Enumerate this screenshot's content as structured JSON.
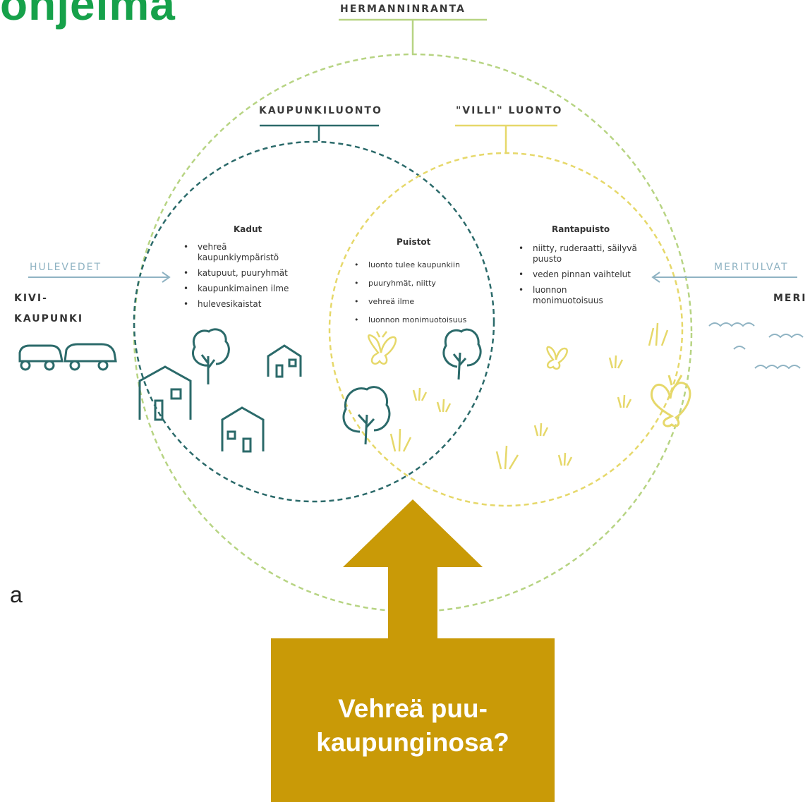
{
  "header": {
    "logo_text": "ohjelma",
    "side_fragment": "a"
  },
  "diagram": {
    "outer_label": "HERMANNINRANTA",
    "left_circle_label": "KAUPUNKILUONTO",
    "right_circle_label": "\"VILLI\" LUONTO",
    "left_input": "HULEVEDET",
    "right_input": "MERITULVAT",
    "left_end": [
      "KIVI-",
      "KAUPUNKI"
    ],
    "right_end": "MERI",
    "sections": [
      {
        "heading": "Kadut",
        "items": [
          "vehreä kaupunkiympäristö",
          "katupuut, puuryhmät",
          "kaupunkimainen ilme",
          "hulevesikaistat"
        ]
      },
      {
        "heading": "Puistot",
        "items": [
          "luonto tulee kaupunkiin",
          "puuryhmät, niitty",
          "vehreä ilme",
          "luonnon monimuotoisuus"
        ]
      },
      {
        "heading": "Rantapuisto",
        "items": [
          "niitty, ruderaatti, säilyvä puusto",
          "veden pinnan vaihtelut",
          "luonnon monimuotoisuus"
        ]
      }
    ],
    "colors": {
      "outer": "#b7d483",
      "city": "#2b6a6a",
      "wild": "#e6d86a",
      "water": "#8fb3c3",
      "callout": "#c99a07"
    }
  },
  "callout": {
    "lines": [
      "Vehreä puu-",
      "kaupunginosa?"
    ]
  },
  "icons": [
    "car-icon",
    "house-icon",
    "tree-icon",
    "butterfly-icon",
    "grass-icon",
    "wave-icon",
    "arrow-up-icon"
  ]
}
